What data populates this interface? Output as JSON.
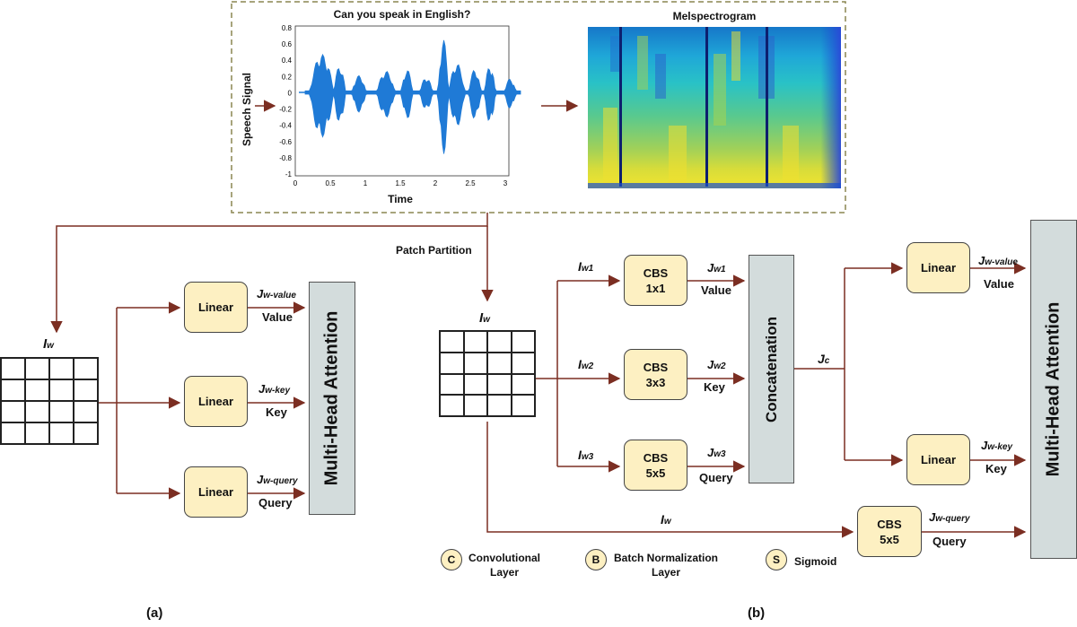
{
  "top_panel": {
    "waveform_title": "Can you speak in English?",
    "waveform_ylabel": "Speech Signal",
    "waveform_xlabel": "Time",
    "waveform_yticks": [
      "0.8",
      "0.6",
      "0.4",
      "0.2",
      "0",
      "-0.2",
      "-0.4",
      "-0.6",
      "-0.8",
      "-1"
    ],
    "waveform_xticks": [
      "0",
      "0.5",
      "1",
      "1.5",
      "2",
      "2.5",
      "3"
    ],
    "spectrogram_title": "Melspectrogram"
  },
  "colors": {
    "arrow": "#7b2e22",
    "block_fill": "#fdf0c2",
    "attention_fill": "#d3dcdc",
    "panel_border": "#8a8550",
    "wave": "#1f7ad6"
  },
  "patch_partition_label": "Patch Partition",
  "panel_a": {
    "caption": "(a)",
    "input": {
      "main": "I",
      "sub": "w"
    },
    "linear_value": "Linear",
    "linear_key": "Linear",
    "linear_query": "Linear",
    "j_value": {
      "main": "J",
      "sub": "w-value"
    },
    "j_key": {
      "main": "J",
      "sub": "w-key"
    },
    "j_query": {
      "main": "J",
      "sub": "w-query"
    },
    "value_label": "Value",
    "key_label": "Key",
    "query_label": "Query",
    "attention": "Multi-Head Attention"
  },
  "panel_b": {
    "caption": "(b)",
    "input": {
      "main": "I",
      "sub": "w"
    },
    "i_w1": {
      "main": "I",
      "sub": "w1"
    },
    "i_w2": {
      "main": "I",
      "sub": "w2"
    },
    "i_w3": {
      "main": "I",
      "sub": "w3"
    },
    "i_w_bottom": {
      "main": "I",
      "sub": "w"
    },
    "cbs1": {
      "name": "CBS",
      "size": "1x1"
    },
    "cbs3": {
      "name": "CBS",
      "size": "3x3"
    },
    "cbs5": {
      "name": "CBS",
      "size": "5x5"
    },
    "cbs5_query": {
      "name": "CBS",
      "size": "5x5"
    },
    "j_w1": {
      "main": "J",
      "sub": "w1"
    },
    "j_w2": {
      "main": "J",
      "sub": "w2"
    },
    "j_w3": {
      "main": "J",
      "sub": "w3"
    },
    "value_label": "Value",
    "key_label": "Key",
    "query_label": "Query",
    "concatenation": "Concatenation",
    "jc": {
      "main": "J",
      "sub": "c"
    },
    "linear_value": "Linear",
    "linear_key": "Linear",
    "j_value": {
      "main": "J",
      "sub": "w-value"
    },
    "j_key": {
      "main": "J",
      "sub": "w-key"
    },
    "j_query": {
      "main": "J",
      "sub": "w-query"
    },
    "value_out": "Value",
    "key_out": "Key",
    "query_out": "Query",
    "attention": "Multi-Head Attention"
  },
  "legend": [
    {
      "letter": "C",
      "text": "Convolutional\nLayer"
    },
    {
      "letter": "B",
      "text": "Batch Normalization\nLayer"
    },
    {
      "letter": "S",
      "text": "Sigmoid"
    }
  ]
}
